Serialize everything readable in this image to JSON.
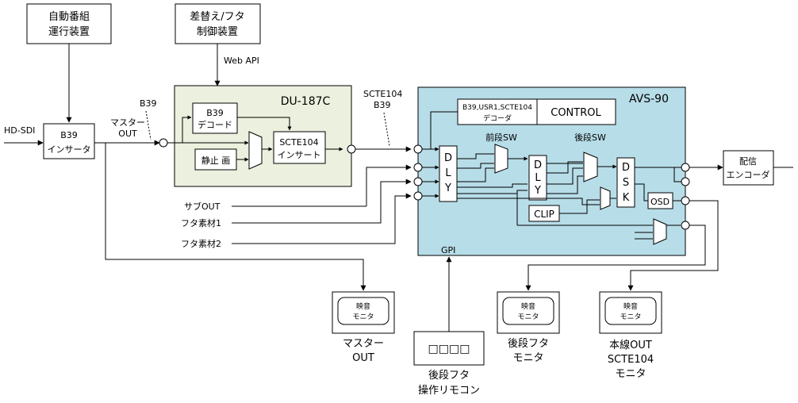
{
  "blocks": {
    "auto_prog": {
      "line1": "自動番組",
      "line2": "運行装置"
    },
    "lid_ctrl": {
      "line1": "差替え/フタ",
      "line2": "制御装置"
    },
    "b39_inserter": {
      "line1": "B39",
      "line2": "インサータ"
    },
    "du187c": {
      "title": "DU-187C",
      "b39_dec_1": "B39",
      "b39_dec_2": "デコード",
      "still": "静止 画",
      "scte_ins_1": "SCTE104",
      "scte_ins_2": "インサート"
    },
    "avs90": {
      "title": "AVS-90",
      "decoder_1": "B39,USR1,SCTE104",
      "decoder_2": "デコーダ",
      "control": "CONTROL",
      "dly1": "DLY",
      "dly2": "DLY",
      "dsk": "DSK",
      "clip": "CLIP",
      "osd": "OSD",
      "pre_sw": "前段SW",
      "post_sw": "後段SW"
    },
    "encoder": {
      "line1": "配信",
      "line2": "エンコーダ"
    }
  },
  "labels": {
    "hd_sdi": "HD-SDI",
    "web_api": "Web API",
    "b39_left": "B39",
    "master_out_1": "マスター",
    "master_out_2": "OUT",
    "scte104": "SCTE104",
    "scte_b39": "B39",
    "sub_out": "サブOUT",
    "lid1": "フタ素材1",
    "lid2": "フタ素材2",
    "gpi": "GPI"
  },
  "monitors": {
    "screen_1": "映音",
    "screen_2": "モニタ",
    "master_cap_1": "マスター",
    "master_cap_2": "OUT",
    "post_cap_1": "後段フタ",
    "post_cap_2": "モニタ",
    "main_cap_1": "本線OUT",
    "main_cap_2": "SCTE104",
    "main_cap_3": "モニタ"
  },
  "remote": {
    "buttons": "□□□□",
    "cap_1": "後段フタ",
    "cap_2": "操作リモコン"
  },
  "colors": {
    "du_fill": "#ebf1de",
    "avs_fill": "#b7dde8",
    "line": "#000000"
  }
}
